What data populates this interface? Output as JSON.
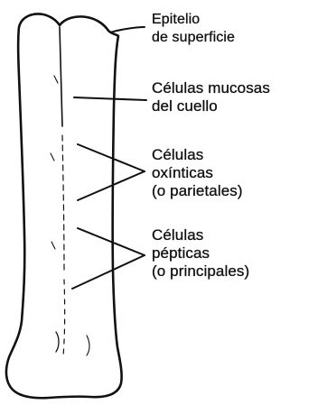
{
  "labels": {
    "epitelio": [
      "Epitelio",
      "de superficie"
    ],
    "mucosas": [
      "Células mucosas",
      "del cuello"
    ],
    "oxinticas": [
      "Células",
      "oxínticas",
      "(o parietales)"
    ],
    "pepticas": [
      "Células",
      "pépticas",
      "(o principales)"
    ]
  },
  "colors": {
    "ink": "#111111",
    "background": "#ffffff"
  }
}
